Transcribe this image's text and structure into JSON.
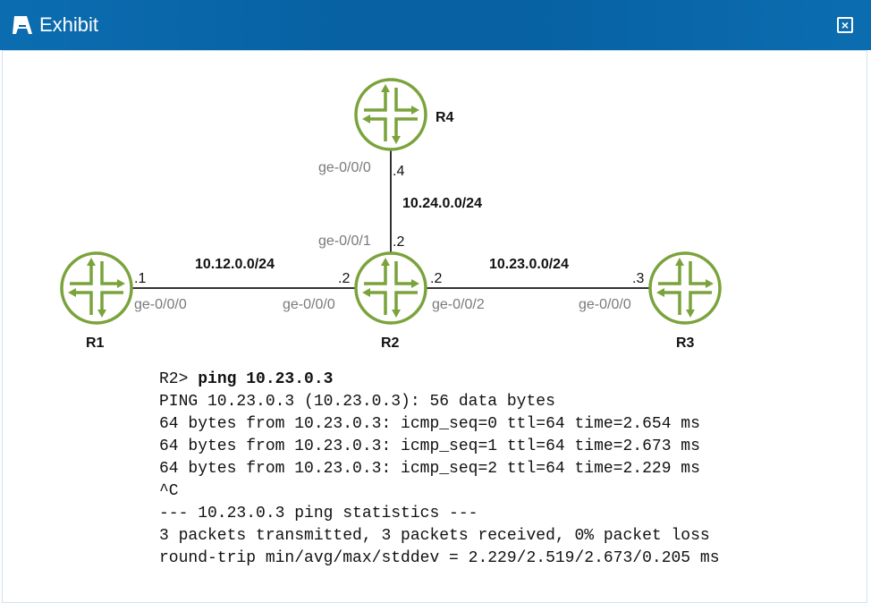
{
  "window": {
    "title": "Exhibit",
    "close_icon": "close-icon"
  },
  "colors": {
    "header": "#0761a3",
    "router": "#7aa33b"
  },
  "routers": [
    {
      "name": "R1"
    },
    {
      "name": "R2"
    },
    {
      "name": "R3"
    },
    {
      "name": "R4"
    }
  ],
  "links": {
    "r1_r2": {
      "network": "10.12.0.0/24",
      "r1_if": "ge-0/0/0",
      "r1_ip": ".1",
      "r2_if": "ge-0/0/0",
      "r2_ip": ".2"
    },
    "r2_r3": {
      "network": "10.23.0.0/24",
      "r2_if": "ge-0/0/2",
      "r2_ip": ".2",
      "r3_if": "ge-0/0/0",
      "r3_ip": ".3"
    },
    "r2_r4": {
      "network": "10.24.0.0/24",
      "r2_if": "ge-0/0/1",
      "r2_ip": ".2",
      "r4_if": "ge-0/0/0",
      "r4_ip": ".4"
    }
  },
  "terminal": {
    "prompt": "R2> ",
    "command": "ping 10.23.0.3",
    "lines": [
      "PING 10.23.0.3 (10.23.0.3): 56 data bytes",
      "64 bytes from 10.23.0.3: icmp_seq=0 ttl=64 time=2.654 ms",
      "64 bytes from 10.23.0.3: icmp_seq=1 ttl=64 time=2.673 ms",
      "64 bytes from 10.23.0.3: icmp_seq=2 ttl=64 time=2.229 ms",
      "^C",
      "--- 10.23.0.3 ping statistics ---",
      "3 packets transmitted, 3 packets received, 0% packet loss",
      "round-trip min/avg/max/stddev = 2.229/2.519/2.673/0.205 ms"
    ]
  }
}
